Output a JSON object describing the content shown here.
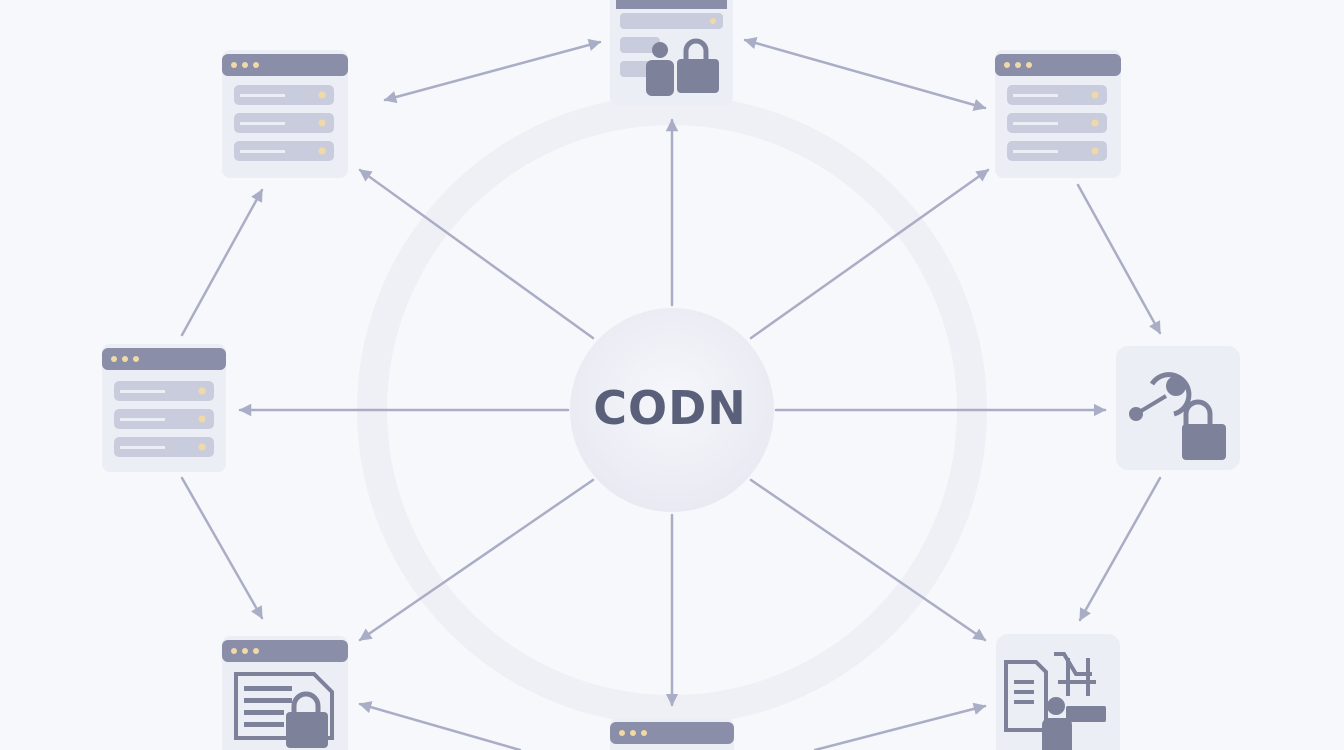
{
  "hub": {
    "label": "CODN"
  },
  "nodes": [
    {
      "id": "node-top-center",
      "kind": "server-user-lock-window",
      "icon": "user-lock-icon"
    },
    {
      "id": "node-top-left",
      "kind": "server-window"
    },
    {
      "id": "node-top-right",
      "kind": "server-window"
    },
    {
      "id": "node-mid-left",
      "kind": "server-window"
    },
    {
      "id": "node-mid-right",
      "kind": "key-lock-card",
      "icon": "key-lock-icon"
    },
    {
      "id": "node-bottom-left",
      "kind": "document-lock-window",
      "icon": "document-lock-icon"
    },
    {
      "id": "node-bottom-center",
      "kind": "server-window"
    },
    {
      "id": "node-bottom-right",
      "kind": "document-user-card",
      "icon": "document-user-icon"
    }
  ],
  "colors": {
    "background": "#f7f8fb",
    "arrow": "#a9aec6",
    "window_bar": "#8a8ea8",
    "window_body": "#eceef5",
    "row": "#c9ccdc",
    "dot": "#f1d9a6",
    "icon": "#7d8199",
    "hub_text": "#5a5f7a"
  }
}
